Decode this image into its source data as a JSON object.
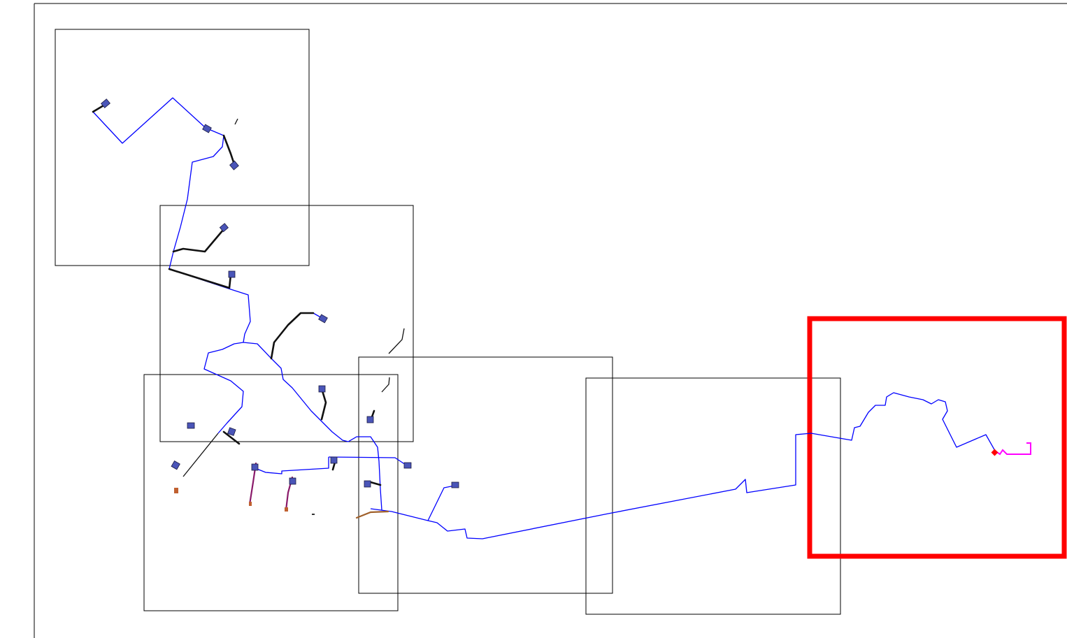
{
  "view": {
    "title": "",
    "colors": {
      "background": "#ffffff",
      "frame": "#000000",
      "sheet_outline": "#000000",
      "selected_sheet": "#ff0000",
      "network_main": "#0000ff",
      "cable_dark": "#111111",
      "selected_segment": "#ff00ff",
      "selected_node": "#ff0000",
      "device_fill": "#4a55b8",
      "device_accent": "#c06030",
      "magenta_detail": "#8a1a6a"
    }
  },
  "sheets": [
    {
      "id": "sheet-1",
      "selected": false
    },
    {
      "id": "sheet-2",
      "selected": false
    },
    {
      "id": "sheet-3",
      "selected": false
    },
    {
      "id": "sheet-4",
      "selected": false
    },
    {
      "id": "sheet-5",
      "selected": false
    },
    {
      "id": "sheet-6",
      "selected": true
    }
  ],
  "legend_icons": {
    "device": "network-device-icon",
    "node": "selected-node-icon"
  }
}
